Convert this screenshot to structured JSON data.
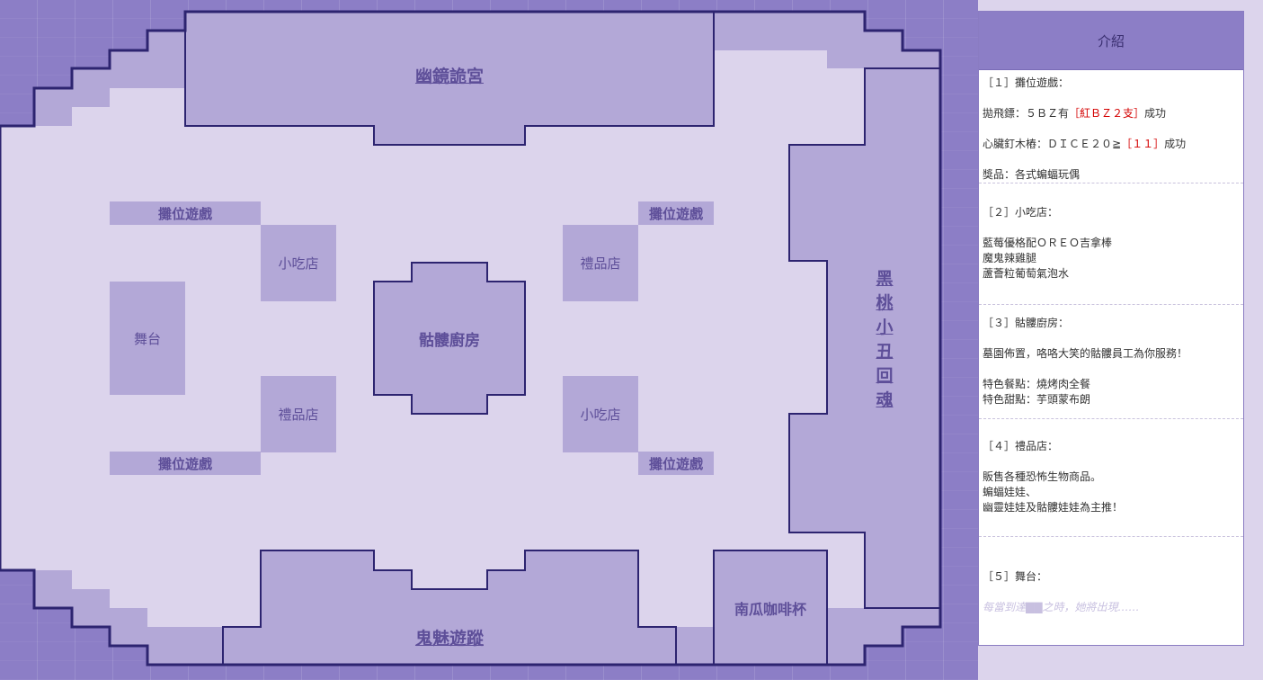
{
  "map": {
    "areas": {
      "mirror_palace": "幽鏡詭宮",
      "ghost_trail": "鬼魅遊蹤",
      "joker_return": "黑桃小丑回魂",
      "skull_kitchen": "骷髏廚房",
      "stage": "舞台",
      "pumpkin_cafe": "南瓜咖啡杯",
      "stall_game_1": "攤位遊戲",
      "stall_game_2": "攤位遊戲",
      "stall_game_3": "攤位遊戲",
      "stall_game_4": "攤位遊戲",
      "snack_shop_1": "小吃店",
      "snack_shop_2": "小吃店",
      "gift_shop_1": "禮品店",
      "gift_shop_2": "禮品店"
    },
    "colors": {
      "outer": "#8c7ec6",
      "floor": "#dcd4ec",
      "building": "#b3a8d7",
      "border": "#2d2470",
      "label": "#5e4f99"
    }
  },
  "panel": {
    "title": "介紹",
    "sec1": {
      "heading": "［１］攤位遊戲：",
      "line1_pre": "拋飛鏢：５ＢＺ有",
      "line1_red": "［紅ＢＺ２支］",
      "line1_post": "成功",
      "line2_pre": "心臟釘木樁：ＤＩＣＥ２０≧",
      "line2_red": "［１１］",
      "line2_post": "成功",
      "line3": "獎品：各式蝙蝠玩偶"
    },
    "sec2": {
      "heading": "［２］小吃店：",
      "line1": "藍莓優格配ＯＲＥＯ吉拿棒",
      "line2": "魔鬼辣雞腿",
      "line3": "蘆薈粒葡萄氣泡水"
    },
    "sec3": {
      "heading": "［３］骷髏廚房：",
      "line1": "墓園佈置，咯咯大笑的骷髏員工為你服務！",
      "line2": "特色餐點：燒烤肉全餐",
      "line3": "特色甜點：芋頭蒙布朗"
    },
    "sec4": {
      "heading": "［４］禮品店：",
      "line1": "販售各種恐怖生物商品。",
      "line2": "蝙蝠娃娃、",
      "line3": "幽靈娃娃及骷髏娃娃為主推！"
    },
    "sec5": {
      "heading": "［５］舞台：",
      "line1": "每當到達▇▇之時，她將出現……"
    }
  }
}
